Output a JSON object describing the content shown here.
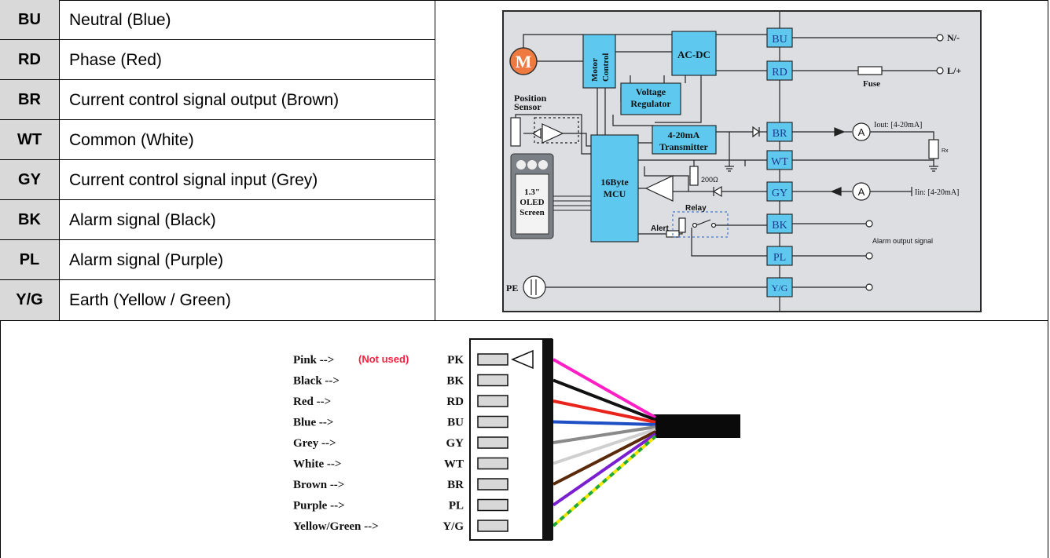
{
  "legend": {
    "rows": [
      {
        "code": "BU",
        "desc": "Neutral (Blue)"
      },
      {
        "code": "RD",
        "desc": "Phase (Red)"
      },
      {
        "code": "BR",
        "desc": "Current control signal output (Brown)"
      },
      {
        "code": "WT",
        "desc": "Common (White)"
      },
      {
        "code": "GY",
        "desc": "Current control signal input (Grey)"
      },
      {
        "code": "BK",
        "desc": "Alarm signal (Black)"
      },
      {
        "code": "PL",
        "desc": "Alarm signal (Purple)"
      },
      {
        "code": "Y/G",
        "desc": "Earth (Yellow / Green)"
      }
    ]
  },
  "circuit": {
    "motor_symbol": "M",
    "motor_control": [
      "Motor",
      "Control"
    ],
    "acdc": "AC-DC",
    "voltage_regulator": [
      "Voltage",
      "Regulator"
    ],
    "position_sensor": [
      "Position",
      "Sensor"
    ],
    "transmitter": [
      "4-20mA",
      "Transmitter"
    ],
    "mcu": [
      "16Byte",
      "MCU"
    ],
    "oled": [
      "1.3\"",
      "OLED",
      "Screen"
    ],
    "resistor_label": "200Ω",
    "relay_label": "Relay",
    "alert_label": "Alert",
    "terminals": [
      "BU",
      "RD",
      "BR",
      "WT",
      "GY",
      "BK",
      "PL",
      "Y/G"
    ],
    "neutral_label": "N/-",
    "phase_label": "L/+",
    "fuse_label": "Fuse",
    "iout_label": "Iout: [4-20mA]",
    "iin_label": "Iin: [4-20mA]",
    "rx_label": "Rx",
    "ammeter_symbol": "A",
    "alarm_output_label": "Alarm output signal",
    "pe_label": "PE"
  },
  "connector": {
    "not_used": "(Not used)",
    "wires": [
      {
        "label": "Pink -->",
        "code": "PK",
        "color": "#ff1fc4"
      },
      {
        "label": "Black -->",
        "code": "BK",
        "color": "#111111"
      },
      {
        "label": "Red -->",
        "code": "RD",
        "color": "#e8241d"
      },
      {
        "label": "Blue -->",
        "code": "BU",
        "color": "#1f4fc4"
      },
      {
        "label": "Grey -->",
        "code": "GY",
        "color": "#8a8a8a"
      },
      {
        "label": "White -->",
        "code": "WT",
        "color": "#cfcfcf"
      },
      {
        "label": "Brown -->",
        "code": "BR",
        "color": "#5a2a0a"
      },
      {
        "label": "Purple -->",
        "code": "PL",
        "color": "#7a1fd0"
      },
      {
        "label": "Yellow/Green -->",
        "code": "Y/G",
        "color": "#f2e600"
      }
    ],
    "accent_red": "#ff1f3d"
  }
}
